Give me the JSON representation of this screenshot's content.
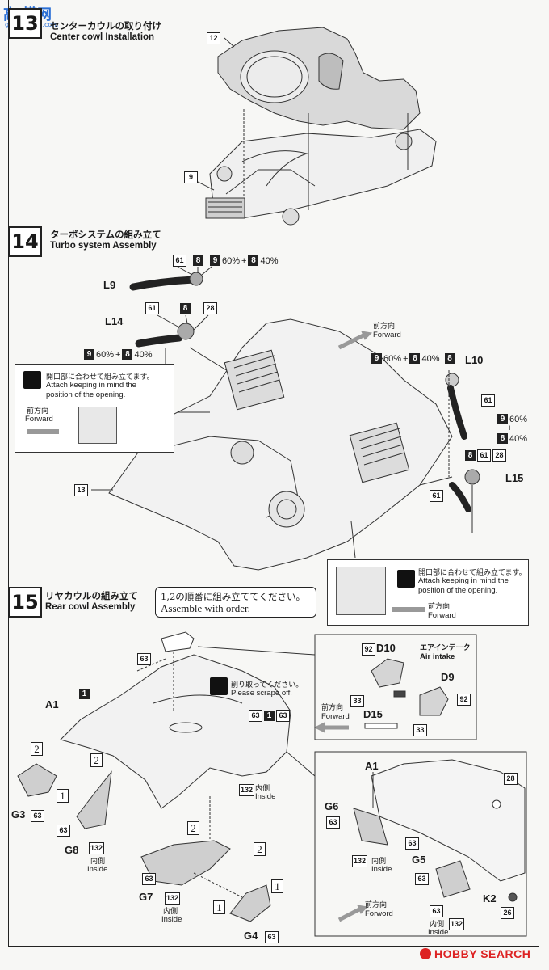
{
  "watermark": {
    "top": "高",
    "middle": "模网",
    "url": "gaoshengjp.com"
  },
  "step13": {
    "number": "13",
    "title_jp": "センターカウルの取り付け",
    "title_en": "Center cowl Installation",
    "parts": {
      "cowl": "12",
      "chassis": "9"
    }
  },
  "step14": {
    "number": "14",
    "title_jp": "ターボシステムの組み立て",
    "title_en": "Turbo system Assembly",
    "l9_paints": [
      "61",
      "8",
      "9"
    ],
    "l9_mix": {
      "a_pct": "60%",
      "plus": "+",
      "b": "8",
      "b_pct": "40%"
    },
    "l9_label": "L9",
    "l14_label": "L14",
    "l14_paints": [
      "61",
      "8",
      "28"
    ],
    "l14_mix": {
      "a": "9",
      "a_pct": "60%",
      "plus": "+",
      "b": "8",
      "b_pct": "40%"
    },
    "forward_jp": "前方向",
    "forward_en": "Forward",
    "note_jp": "開口部に合わせて組み立てます。",
    "note_en1": "Attach keeping in mind the",
    "note_en2": "position of the opening.",
    "note_fwd_jp": "前方向",
    "note_fwd_en": "Forward",
    "l10_mix": {
      "a": "9",
      "a_pct": "60%",
      "plus": "+",
      "b": "8",
      "b_pct": "40%",
      "c": "8"
    },
    "l10_label": "L10",
    "l10_part": "61",
    "right_mix": {
      "a": "9",
      "a_pct": "60%",
      "plus": "+",
      "b": "8",
      "b_pct": "40%"
    },
    "l15_paints": [
      "8",
      "61",
      "28"
    ],
    "l15_label": "L15",
    "l15_part": "61",
    "body_part": "13",
    "note2_jp": "開口部に合わせて組み立てます。",
    "note2_en1": "Attach keeping in mind the",
    "note2_en2": "position of the opening.",
    "note2_fwd_jp": "前方向",
    "note2_fwd_en": "Forward"
  },
  "step15": {
    "number": "15",
    "title_jp": "リヤカウルの組み立て",
    "title_en": "Rear cowl Assembly",
    "order_jp": "1,2の順番に組み立ててください。",
    "order_en": "Assemble with order.",
    "intake_title_jp": "エアインテーク",
    "intake_title_en": "Air intake",
    "d10": "D10",
    "d10_paint": "92",
    "d9": "D9",
    "d9_paint": "92",
    "d15": "D15",
    "intake_p33a": "33",
    "intake_p33b": "33",
    "intake_fwd_jp": "前方向",
    "intake_fwd_en": "Forward",
    "scrape_jp": "削り取ってください。",
    "scrape_en": "Please scrape off.",
    "p63": "63",
    "a1": "A1",
    "box1": "1",
    "box2": "2",
    "num1": "1",
    "num2": "2",
    "g3": "G3",
    "g8": "G8",
    "g7": "G7",
    "g4": "G4",
    "p132": "132",
    "inside_jp": "内側",
    "inside_en": "Inside",
    "right": {
      "a1": "A1",
      "g6": "G6",
      "g5": "G5",
      "k2": "K2",
      "p28": "28",
      "p63": "63",
      "p132": "132",
      "p26": "26",
      "inside_jp": "内側",
      "inside_en": "Inside",
      "fwd_jp": "前方向",
      "fwd_en": "Forword"
    }
  },
  "footer": {
    "brand": "HOBBY SEARCH"
  }
}
